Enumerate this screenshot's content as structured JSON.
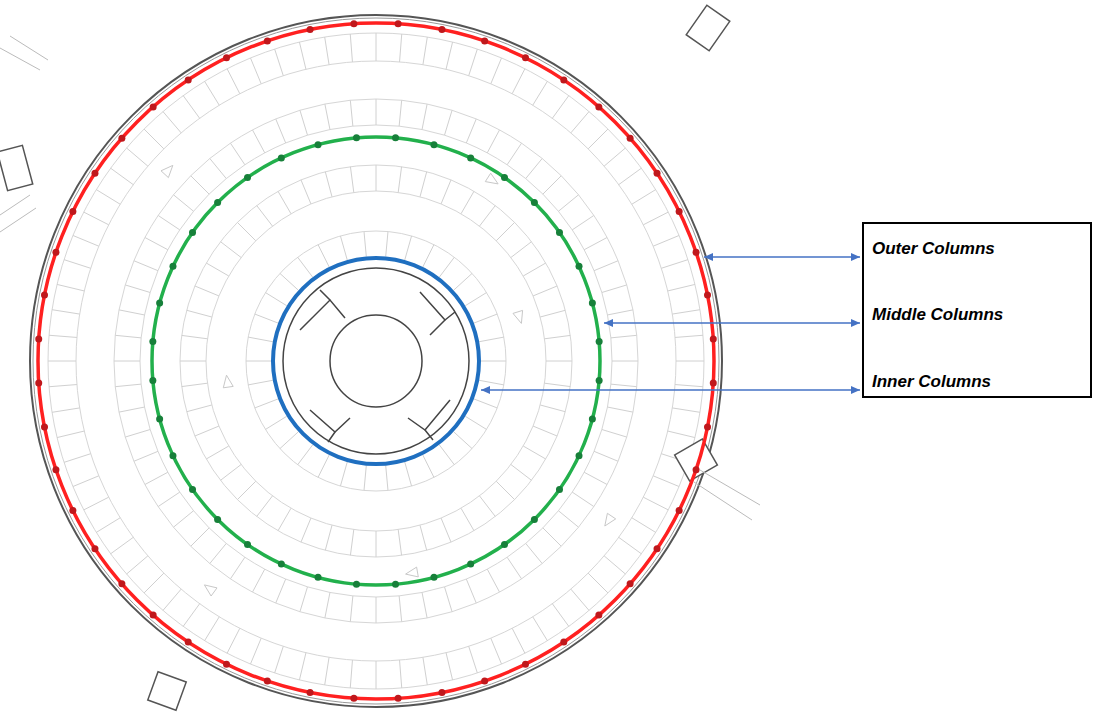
{
  "diagram": {
    "nodes": [
      {
        "text": [
          "Outer Columns",
          "Middle Columns",
          "Inner Columns"
        ]
      }
    ]
  }
}
